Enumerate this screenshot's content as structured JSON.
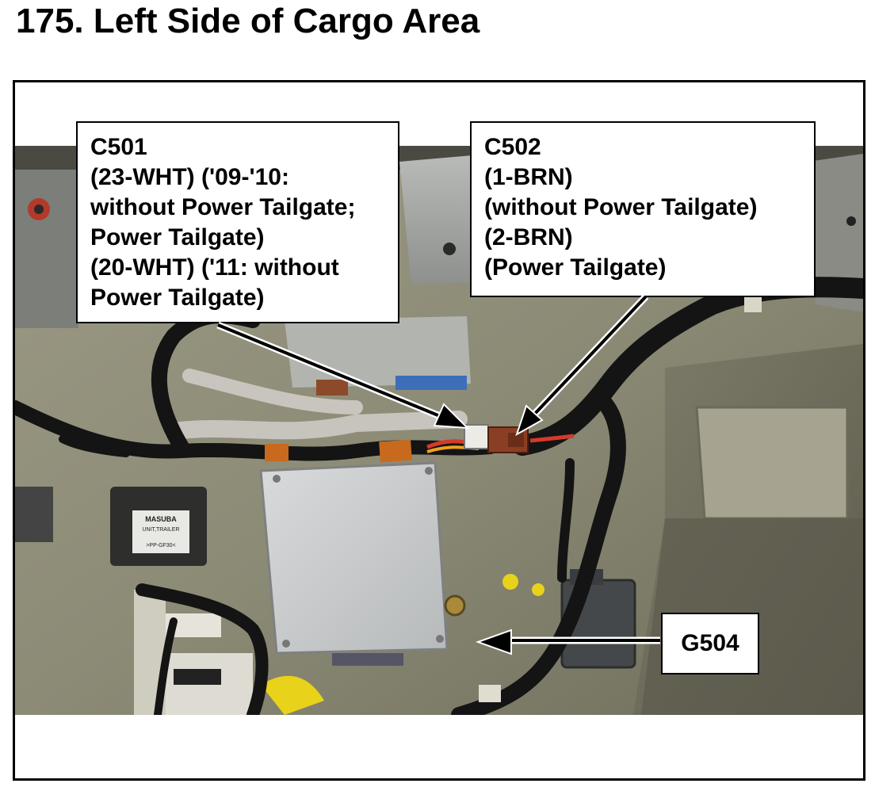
{
  "title": "175.  Left Side of Cargo Area",
  "callouts": {
    "c501": {
      "lines": [
        "C501",
        "(23-WHT) ('09-'10:",
        "without Power Tailgate;",
        "Power Tailgate)",
        "(20-WHT) ('11: without",
        "Power Tailgate)"
      ]
    },
    "c502": {
      "lines": [
        "C502",
        "(1-BRN)",
        "(without Power Tailgate)",
        "(2-BRN)",
        "(Power Tailgate)"
      ]
    },
    "g504": {
      "label": "G504"
    }
  },
  "photo_labels": {
    "relay_brand": "MASUBA",
    "relay_line1": "UNIT,TRAILER",
    "relay_line2": ">PP-GF30<"
  }
}
